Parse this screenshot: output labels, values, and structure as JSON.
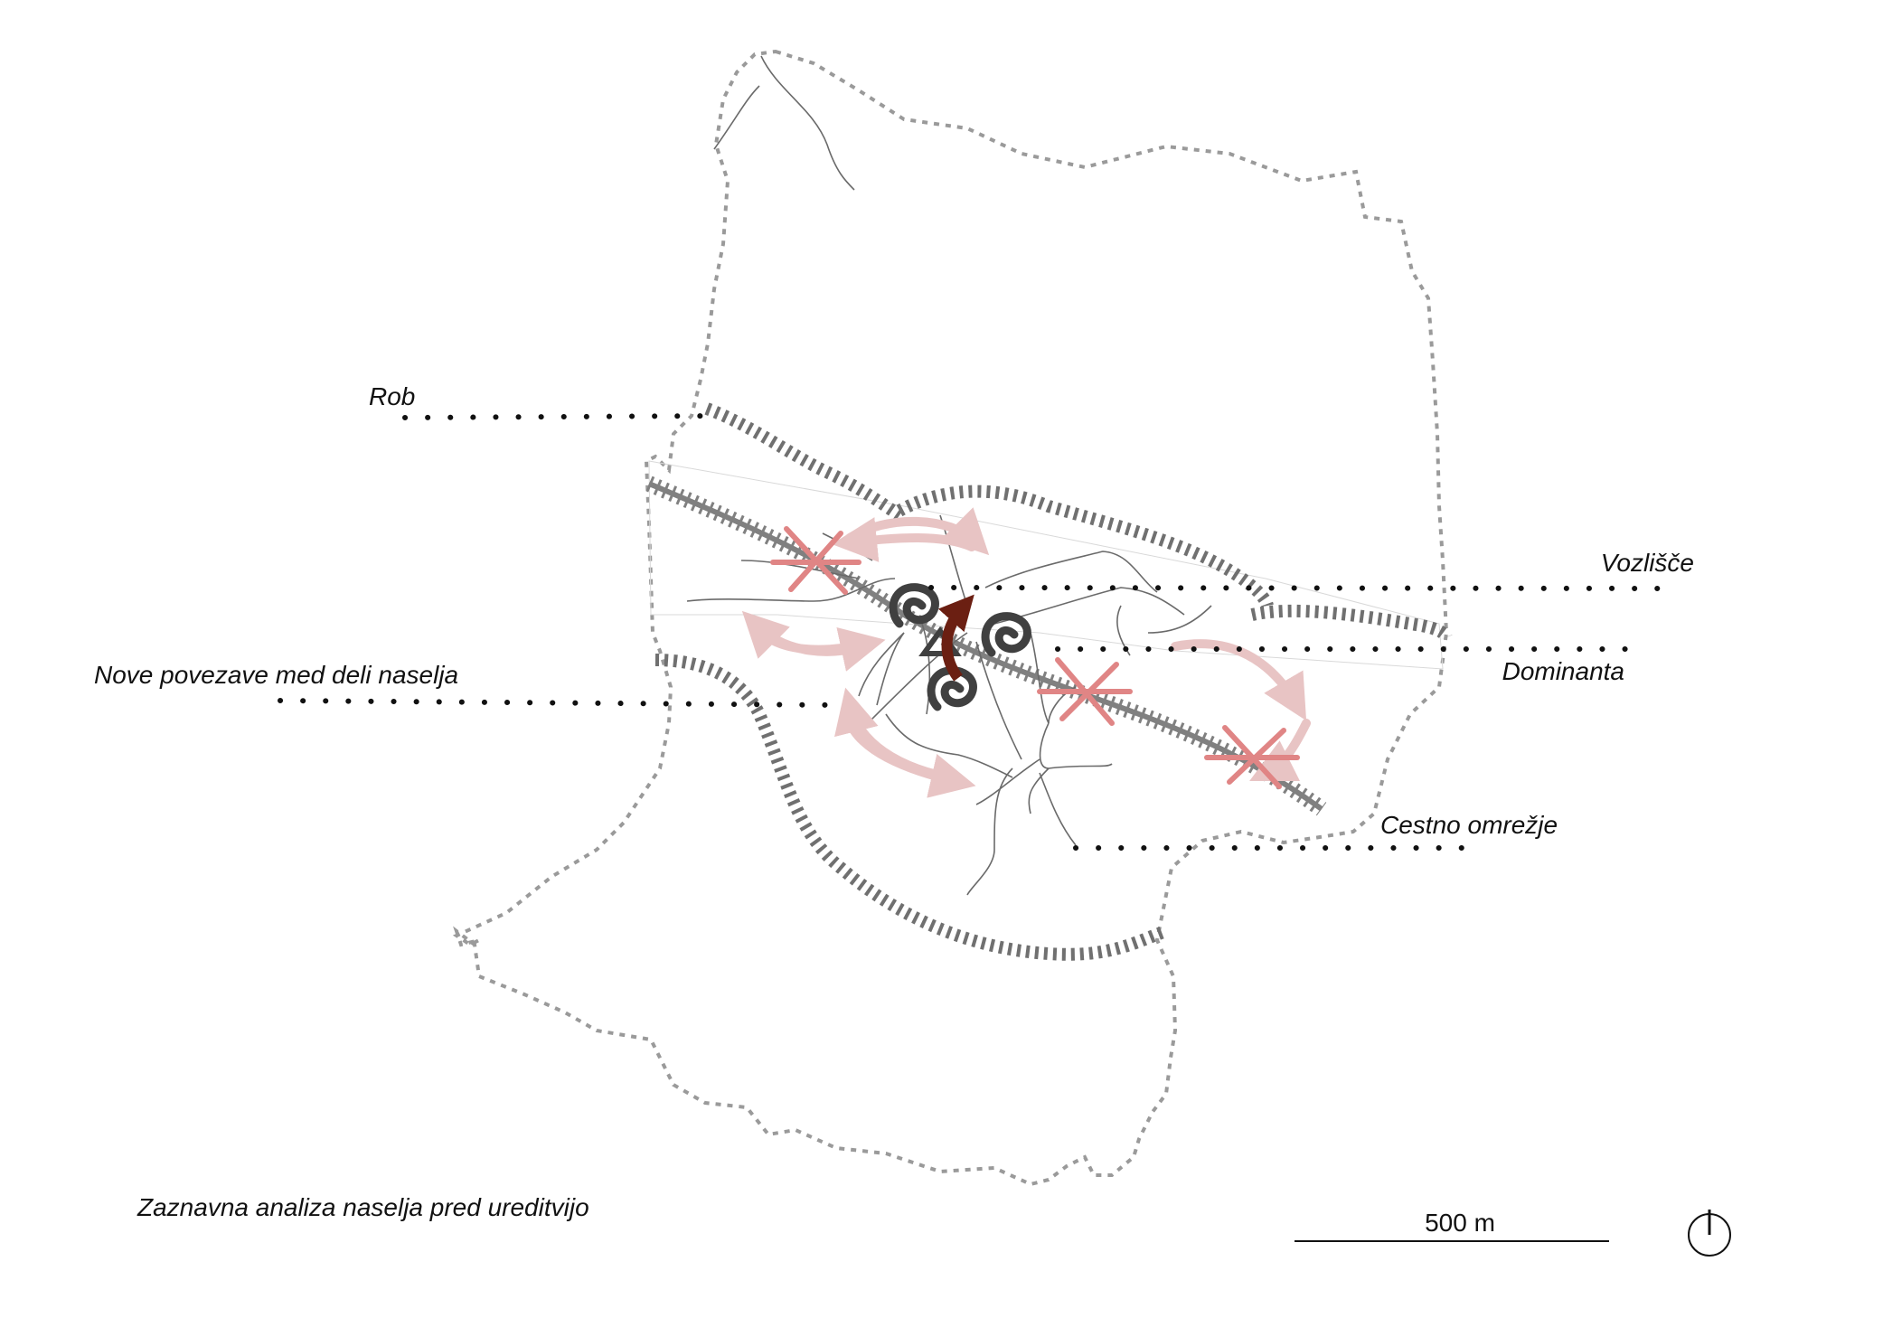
{
  "labels": {
    "rob": "Rob",
    "vozlisce": "Vozlišče",
    "dominanta": "Dominanta",
    "nove_povezave": "Nove povezave med deli naselja",
    "cestno_omrezje": "Cestno omrežje"
  },
  "caption": "Zaznavna analiza naselja pred ureditvijo",
  "scale_bar": {
    "label": "500 m"
  },
  "colors": {
    "boundary": "#9a9a9a",
    "edge_hatch": "#707070",
    "railway": "#707070",
    "roads": "#6a6a6a",
    "new_connections": "#e8c4c4",
    "barrier_cross": "#e08585",
    "dominant_arrow": "#6b1f12",
    "node_symbols": "#404040",
    "leader_dots": "#111111"
  },
  "icons": [
    "north-arrow-icon",
    "spiral-node-icon",
    "triangle-dominant-icon",
    "barrier-cross-icon"
  ]
}
